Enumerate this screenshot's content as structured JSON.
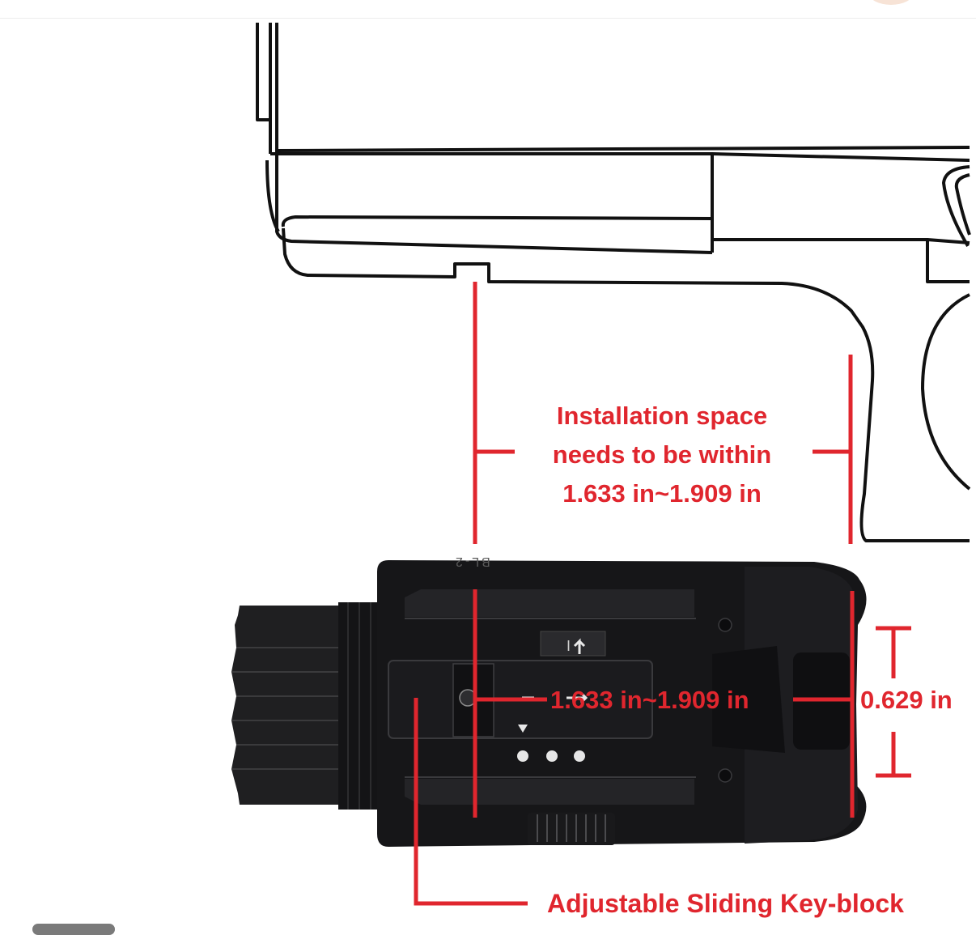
{
  "diagram": {
    "install_label": {
      "line1": "Installation space",
      "line2": "needs to be within",
      "line3": "1.633 in~1.909 in"
    },
    "rail_width_label": "1.633 in~1.909 in",
    "height_label": "0.629 in",
    "keyblock_label": "Adjustable Sliding Key-block",
    "model_marking": "BL-2"
  },
  "colors": {
    "annotation": "#e0262e",
    "outline": "#111111",
    "light_body": "#1c1c1e"
  }
}
